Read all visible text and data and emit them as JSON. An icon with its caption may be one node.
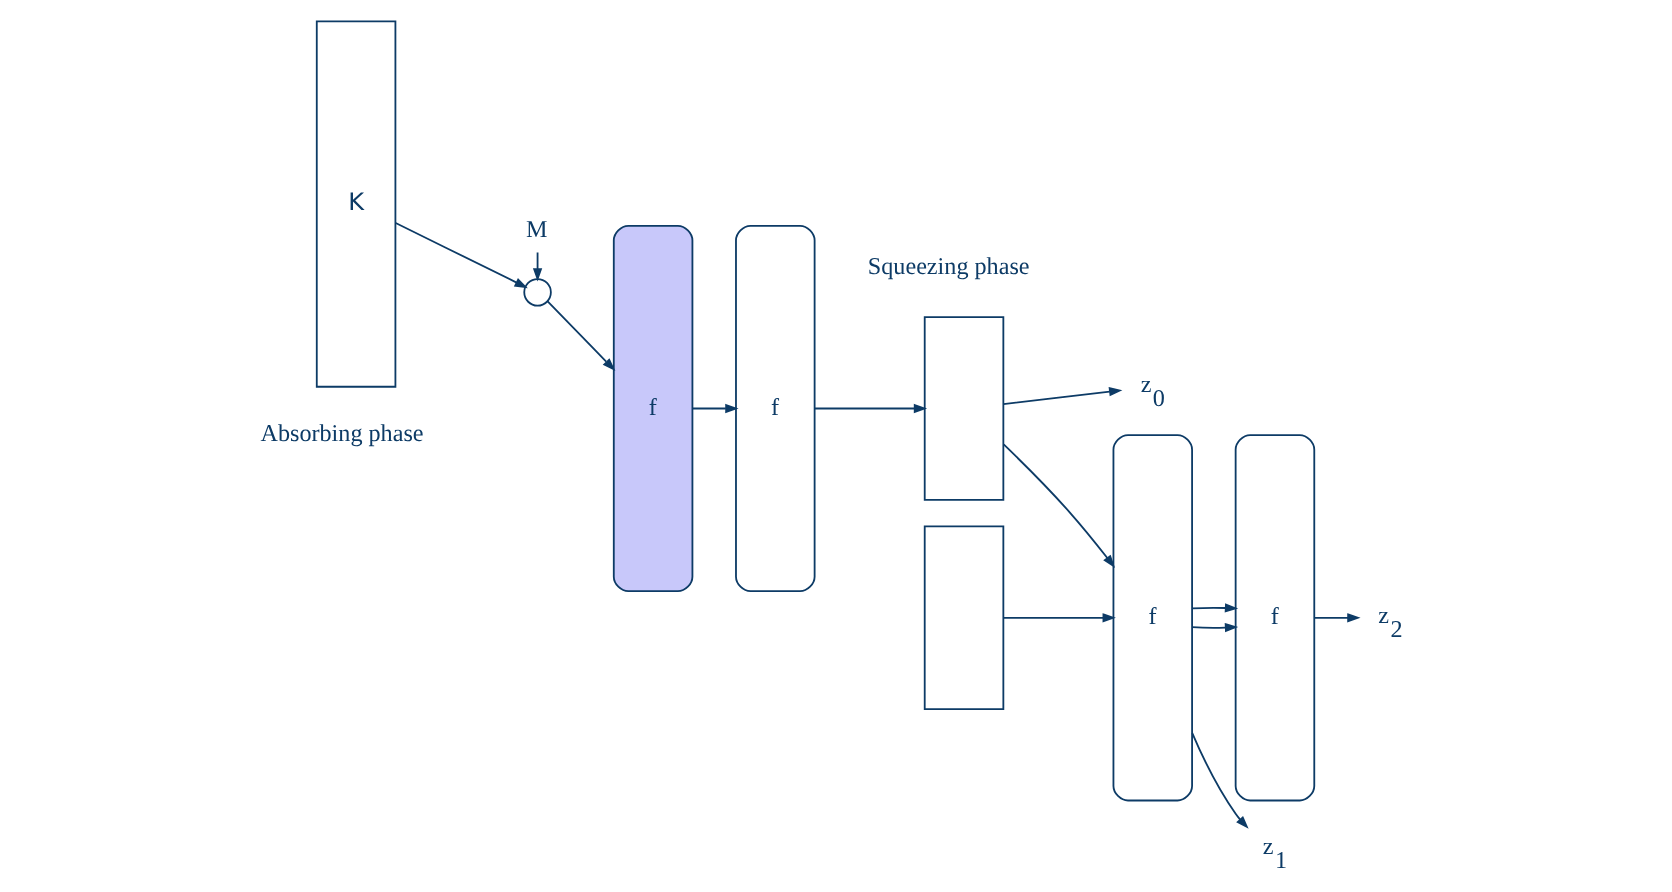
{
  "diagram": {
    "nodes": [
      {
        "text": [
          "K"
        ]
      },
      {
        "text": [
          "M"
        ]
      },
      {
        "text": [],
        "shape": "circle"
      },
      {
        "text": [
          "f"
        ]
      },
      {
        "text": [
          "f"
        ]
      },
      {
        "text": [],
        "shape": "box"
      },
      {
        "text": [],
        "shape": "box"
      },
      {
        "text": [
          "f"
        ]
      },
      {
        "text": [
          "f"
        ]
      },
      {
        "text": [
          "z$_{0}$"
        ]
      },
      {
        "text": [
          "z$_{1}$"
        ]
      },
      {
        "text": [
          "z$_{2}$"
        ]
      }
    ],
    "edges": [
      {
        "from": 0,
        "to": 2,
        "arrow": "to"
      },
      {
        "from": 1,
        "to": 2,
        "arrow": "to"
      },
      {
        "from": 2,
        "to": 3,
        "arrow": "to"
      },
      {
        "from": 3,
        "to": 4,
        "arrow": "to"
      },
      {
        "from": 4,
        "to": 5,
        "arrow": "to"
      },
      {
        "from": 5,
        "to": 9,
        "arrow": "to"
      },
      {
        "from": 5,
        "to": 7,
        "arrow": "to"
      },
      {
        "from": 6,
        "to": 7,
        "arrow": "to"
      },
      {
        "from": 7,
        "to": 10,
        "arrow": "to"
      },
      {
        "from": 7,
        "to": 8,
        "arrow": "to"
      },
      {
        "from": 7,
        "to": 8,
        "arrow": "to"
      },
      {
        "from": 8,
        "to": 11,
        "arrow": "to"
      }
    ],
    "labels": [
      "Absorbing phase",
      "Squeezing phase"
    ]
  }
}
